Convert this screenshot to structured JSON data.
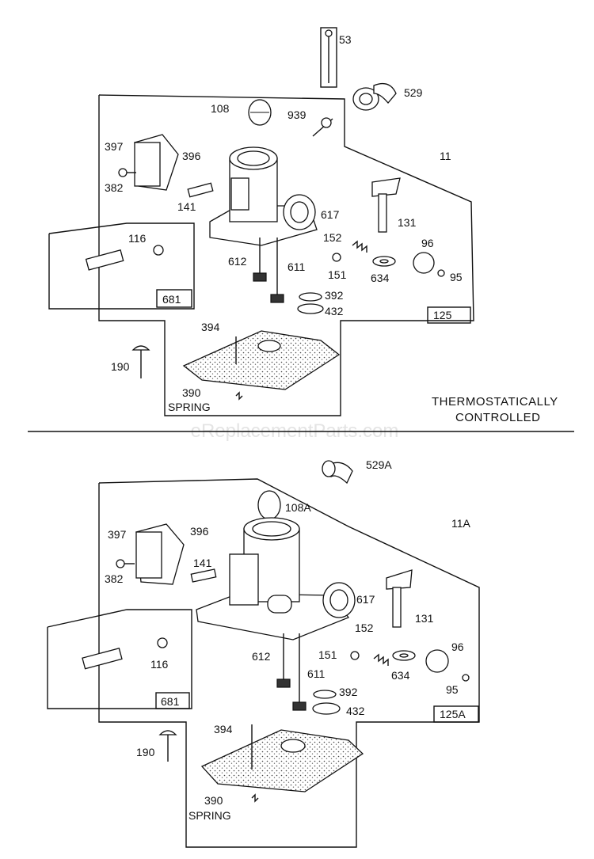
{
  "watermark": "eReplacementParts.com",
  "note": [
    "THERMOSTATICALLY",
    "CONTROLLED"
  ],
  "top": {
    "labels": {
      "p53": "53",
      "p529": "529",
      "p108": "108",
      "p939": "939",
      "p11": "11",
      "p397": "397",
      "p396": "396",
      "p382": "382",
      "p141": "141",
      "p617": "617",
      "p131": "131",
      "p116": "116",
      "p152": "152",
      "p96": "96",
      "p612": "612",
      "p611": "611",
      "p151": "151",
      "p634": "634",
      "p95": "95",
      "p392": "392",
      "p432": "432",
      "p394": "394",
      "p190": "190",
      "p390": "390",
      "spring": "SPRING"
    },
    "box_681": "681",
    "box_125": "125"
  },
  "bottom": {
    "labels": {
      "p529A": "529A",
      "p108A": "108A",
      "p11A": "11A",
      "p397": "397",
      "p396": "396",
      "p141": "141",
      "p382": "382",
      "p617": "617",
      "p131": "131",
      "p152": "152",
      "p116": "116",
      "p151": "151",
      "p96": "96",
      "p612": "612",
      "p611": "611",
      "p634": "634",
      "p95": "95",
      "p392": "392",
      "p432": "432",
      "p394": "394",
      "p190": "190",
      "p390": "390",
      "spring": "SPRING"
    },
    "box_681": "681",
    "box_125A": "125A"
  }
}
